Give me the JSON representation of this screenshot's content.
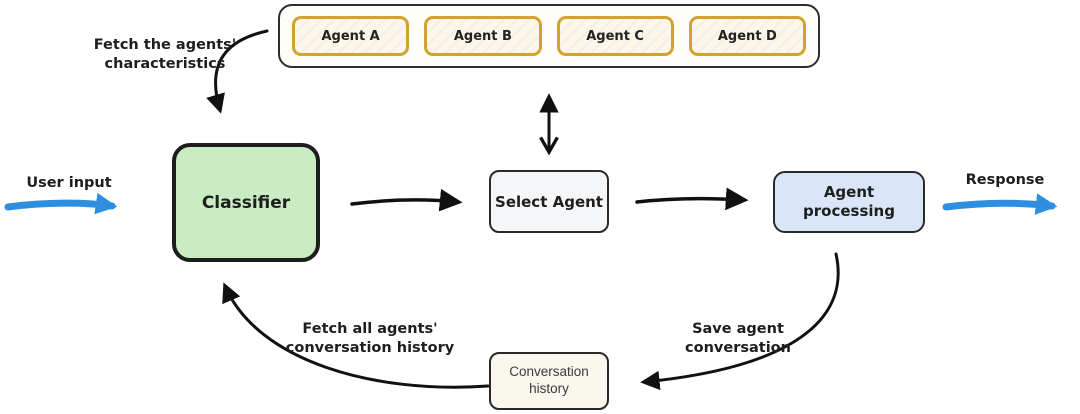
{
  "agents_panel": {
    "items": [
      {
        "label": "Agent A"
      },
      {
        "label": "Agent B"
      },
      {
        "label": "Agent C"
      },
      {
        "label": "Agent D"
      }
    ]
  },
  "nodes": {
    "classifier": {
      "label": "Classifier"
    },
    "select_agent": {
      "label": "Select Agent"
    },
    "agent_processing": {
      "label": "Agent processing"
    },
    "conversation_history": {
      "label": "Conversation\nhistory"
    }
  },
  "edge_labels": {
    "fetch_characteristics": "Fetch the agents'\ncharacteristics",
    "user_input": "User input",
    "response": "Response",
    "fetch_history": "Fetch all agents'\nconversation history",
    "save_conversation": "Save agent\nconversation"
  },
  "colors": {
    "flow_accent_blue": "#2e8fe0",
    "agent_chip_border": "#d2a42e",
    "agent_chip_fill": "#fbf7eb",
    "classifier_fill": "#c9ecc2",
    "select_agent_fill": "#f4f6f7",
    "agent_processing_fill": "#d9e6f7",
    "conversation_history_fill": "#faf7ee",
    "ink": "#1d1d1d"
  }
}
